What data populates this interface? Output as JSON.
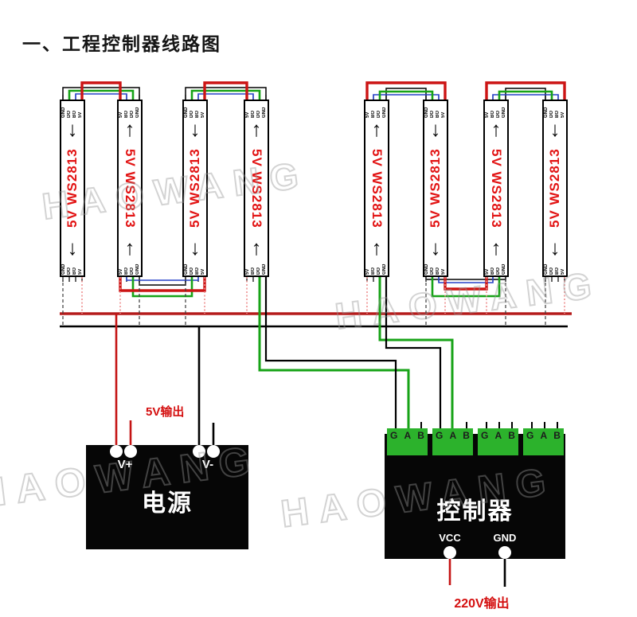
{
  "title": "一、工程控制器线路图",
  "watermark_text": "HAOWANG",
  "strip": {
    "label": "5V WS2813",
    "arrow_up": "↑",
    "arrow_down": "↓",
    "pins_down_order": [
      "GND",
      "DO",
      "BO",
      "5V"
    ],
    "pins_up_order": [
      "5V",
      "BO",
      "DO",
      "GND"
    ]
  },
  "power_supply": {
    "name": "电源",
    "terminal_positive": "V+",
    "terminal_negative": "V-",
    "output_label": "5V输出"
  },
  "controller": {
    "name": "控制器",
    "vcc_label": "VCC",
    "gnd_label": "GND",
    "output_label": "220V输出",
    "terminal_labels": [
      "G",
      "A",
      "B"
    ]
  },
  "colors": {
    "wire_5v_red": "#cc1414",
    "wire_gnd_black": "#000000",
    "wire_data_green": "#17a317",
    "wire_backup_blue": "#2742c8",
    "strip_text_red": "#e21313",
    "terminal_block_green": "#2cb22c"
  }
}
